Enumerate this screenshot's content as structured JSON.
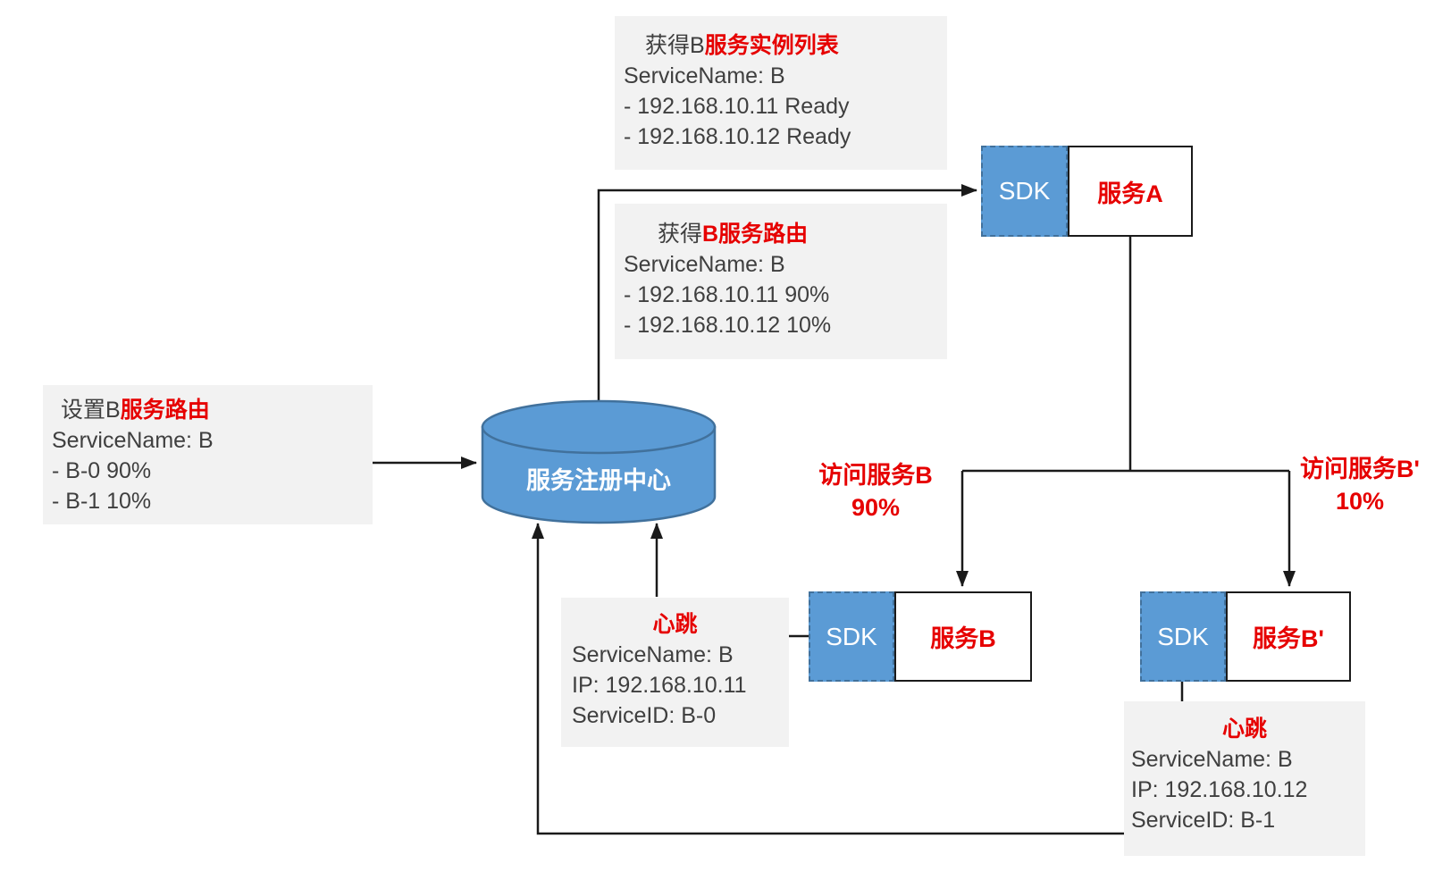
{
  "registry": {
    "label": "服务注册中心"
  },
  "nodes": {
    "service_a": {
      "sdk_label": "SDK",
      "name": "服务A"
    },
    "service_b": {
      "sdk_label": "SDK",
      "name": "服务B"
    },
    "service_b_prime": {
      "sdk_label": "SDK",
      "name": "服务B'"
    }
  },
  "notes": {
    "get_instances": {
      "title_prefix": "获得B",
      "title_highlight": "服务实例列表",
      "lines": [
        "ServiceName: B",
        "- 192.168.10.11 Ready",
        "- 192.168.10.12 Ready"
      ]
    },
    "get_route": {
      "title_prefix": "获得",
      "title_highlight": "B服务路由",
      "lines": [
        "ServiceName: B",
        "- 192.168.10.11 90%",
        "- 192.168.10.12 10%"
      ]
    },
    "set_route": {
      "title_prefix": "设置B",
      "title_highlight": "服务路由",
      "lines": [
        "ServiceName: B",
        "- B-0 90%",
        "- B-1 10%"
      ]
    },
    "heartbeat_b0": {
      "title": "心跳",
      "lines": [
        "ServiceName: B",
        "IP: 192.168.10.11",
        "ServiceID: B-0"
      ]
    },
    "heartbeat_b1": {
      "title": "心跳",
      "lines": [
        "ServiceName: B",
        "IP: 192.168.10.12",
        "ServiceID: B-1"
      ]
    }
  },
  "edge_labels": {
    "access_b": {
      "line1": "访问服务B",
      "line2": "90%"
    },
    "access_b_prime": {
      "line1": "访问服务B'",
      "line2": "10%"
    }
  },
  "colors": {
    "node_blue": "#5B9BD5",
    "node_blue_border": "#41719C",
    "highlight_red": "#E60000",
    "note_bg": "#F2F2F2",
    "text_dark": "#3F3F3F",
    "line_black": "#1A1A1A"
  }
}
